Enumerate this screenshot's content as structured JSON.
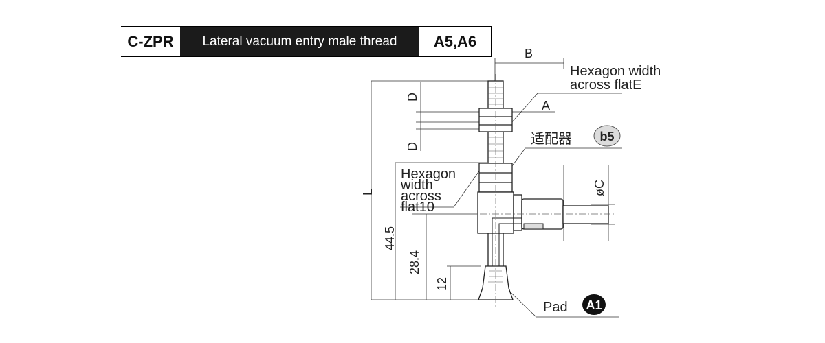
{
  "header": {
    "code": "C-ZPR",
    "title": "Lateral vacuum entry male thread",
    "models": "A5,A6"
  },
  "labels": {
    "B": "B",
    "D": "D",
    "A": "A",
    "L": "L",
    "dimC": "øC",
    "dim_total": "44.5",
    "dim_mid": "28.4",
    "dim_pad": "12",
    "hex_top_l1": "Hexagon width",
    "hex_top_l2": "across flatE",
    "adapter": "适配器",
    "adapter_badge": "b5",
    "hex_mid_l1": "Hexagon",
    "hex_mid_l2": "width",
    "hex_mid_l3": "across",
    "hex_mid_l4": "flat10",
    "pad": "Pad",
    "pad_badge": "A1"
  }
}
